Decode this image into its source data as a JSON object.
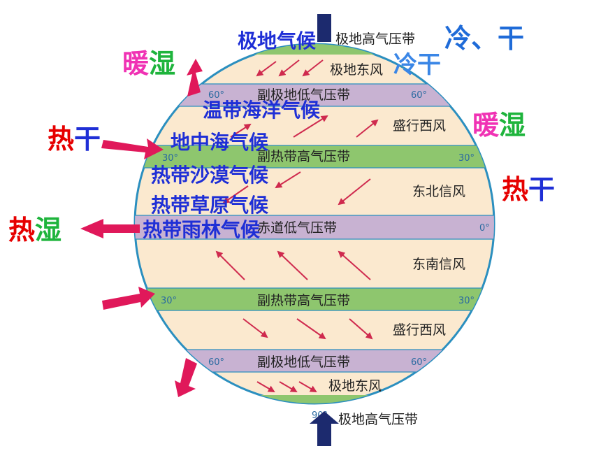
{
  "colors": {
    "globe_fill": "#fbe9cf",
    "globe_edge": "#2b8fbf",
    "pressure_high": "#8ec66e",
    "pressure_low": "#c8b2d2",
    "wind_arrow": "#cf2a4e",
    "side_arrow": "#e0185a",
    "blue_text": "#1f2fd6",
    "navy_arrow": "#1c2a6e",
    "pink": "#f032b4",
    "green": "#1eb43c",
    "red": "#e60000"
  },
  "zones": {
    "polar_high_n": "极地高气压带",
    "polar_east_n": "极地东风",
    "subpolar_low_n": "副极地低气压带",
    "westerlies_n": "盛行西风",
    "subtropical_high_n": "副热带高气压带",
    "ne_trade": "东北信风",
    "equatorial_low": "赤道低气压带",
    "se_trade": "东南信风",
    "subtropical_high_s": "副热带高气压带",
    "westerlies_s": "盛行西风",
    "subpolar_low_s": "副极地低气压带",
    "polar_east_s": "极地东风",
    "polar_high_s": "极地高气压带"
  },
  "degrees": {
    "d60": "60°",
    "d30": "30°",
    "d0": "0°",
    "d90": "90°"
  },
  "climates": {
    "polar": "极地气候",
    "temperate_maritime": "温带海洋气候",
    "mediterranean": "地中海气候",
    "tropical_desert": "热带沙漠气候",
    "tropical_savanna": "热带草原气候",
    "tropical_rainforest": "热带雨林气候"
  },
  "features": {
    "cold_dry_top": {
      "a": "冷、",
      "b": "干"
    },
    "cold_dry_second": "冷干",
    "warm_wet_left": {
      "a": "暖",
      "b": "湿"
    },
    "warm_wet_right": {
      "a": "暖",
      "b": "湿"
    },
    "hot_dry_left": {
      "a": "热",
      "b": "干"
    },
    "hot_dry_right": {
      "a": "热",
      "b": "干"
    },
    "hot_wet_left": {
      "a": "热",
      "b": "湿"
    }
  }
}
